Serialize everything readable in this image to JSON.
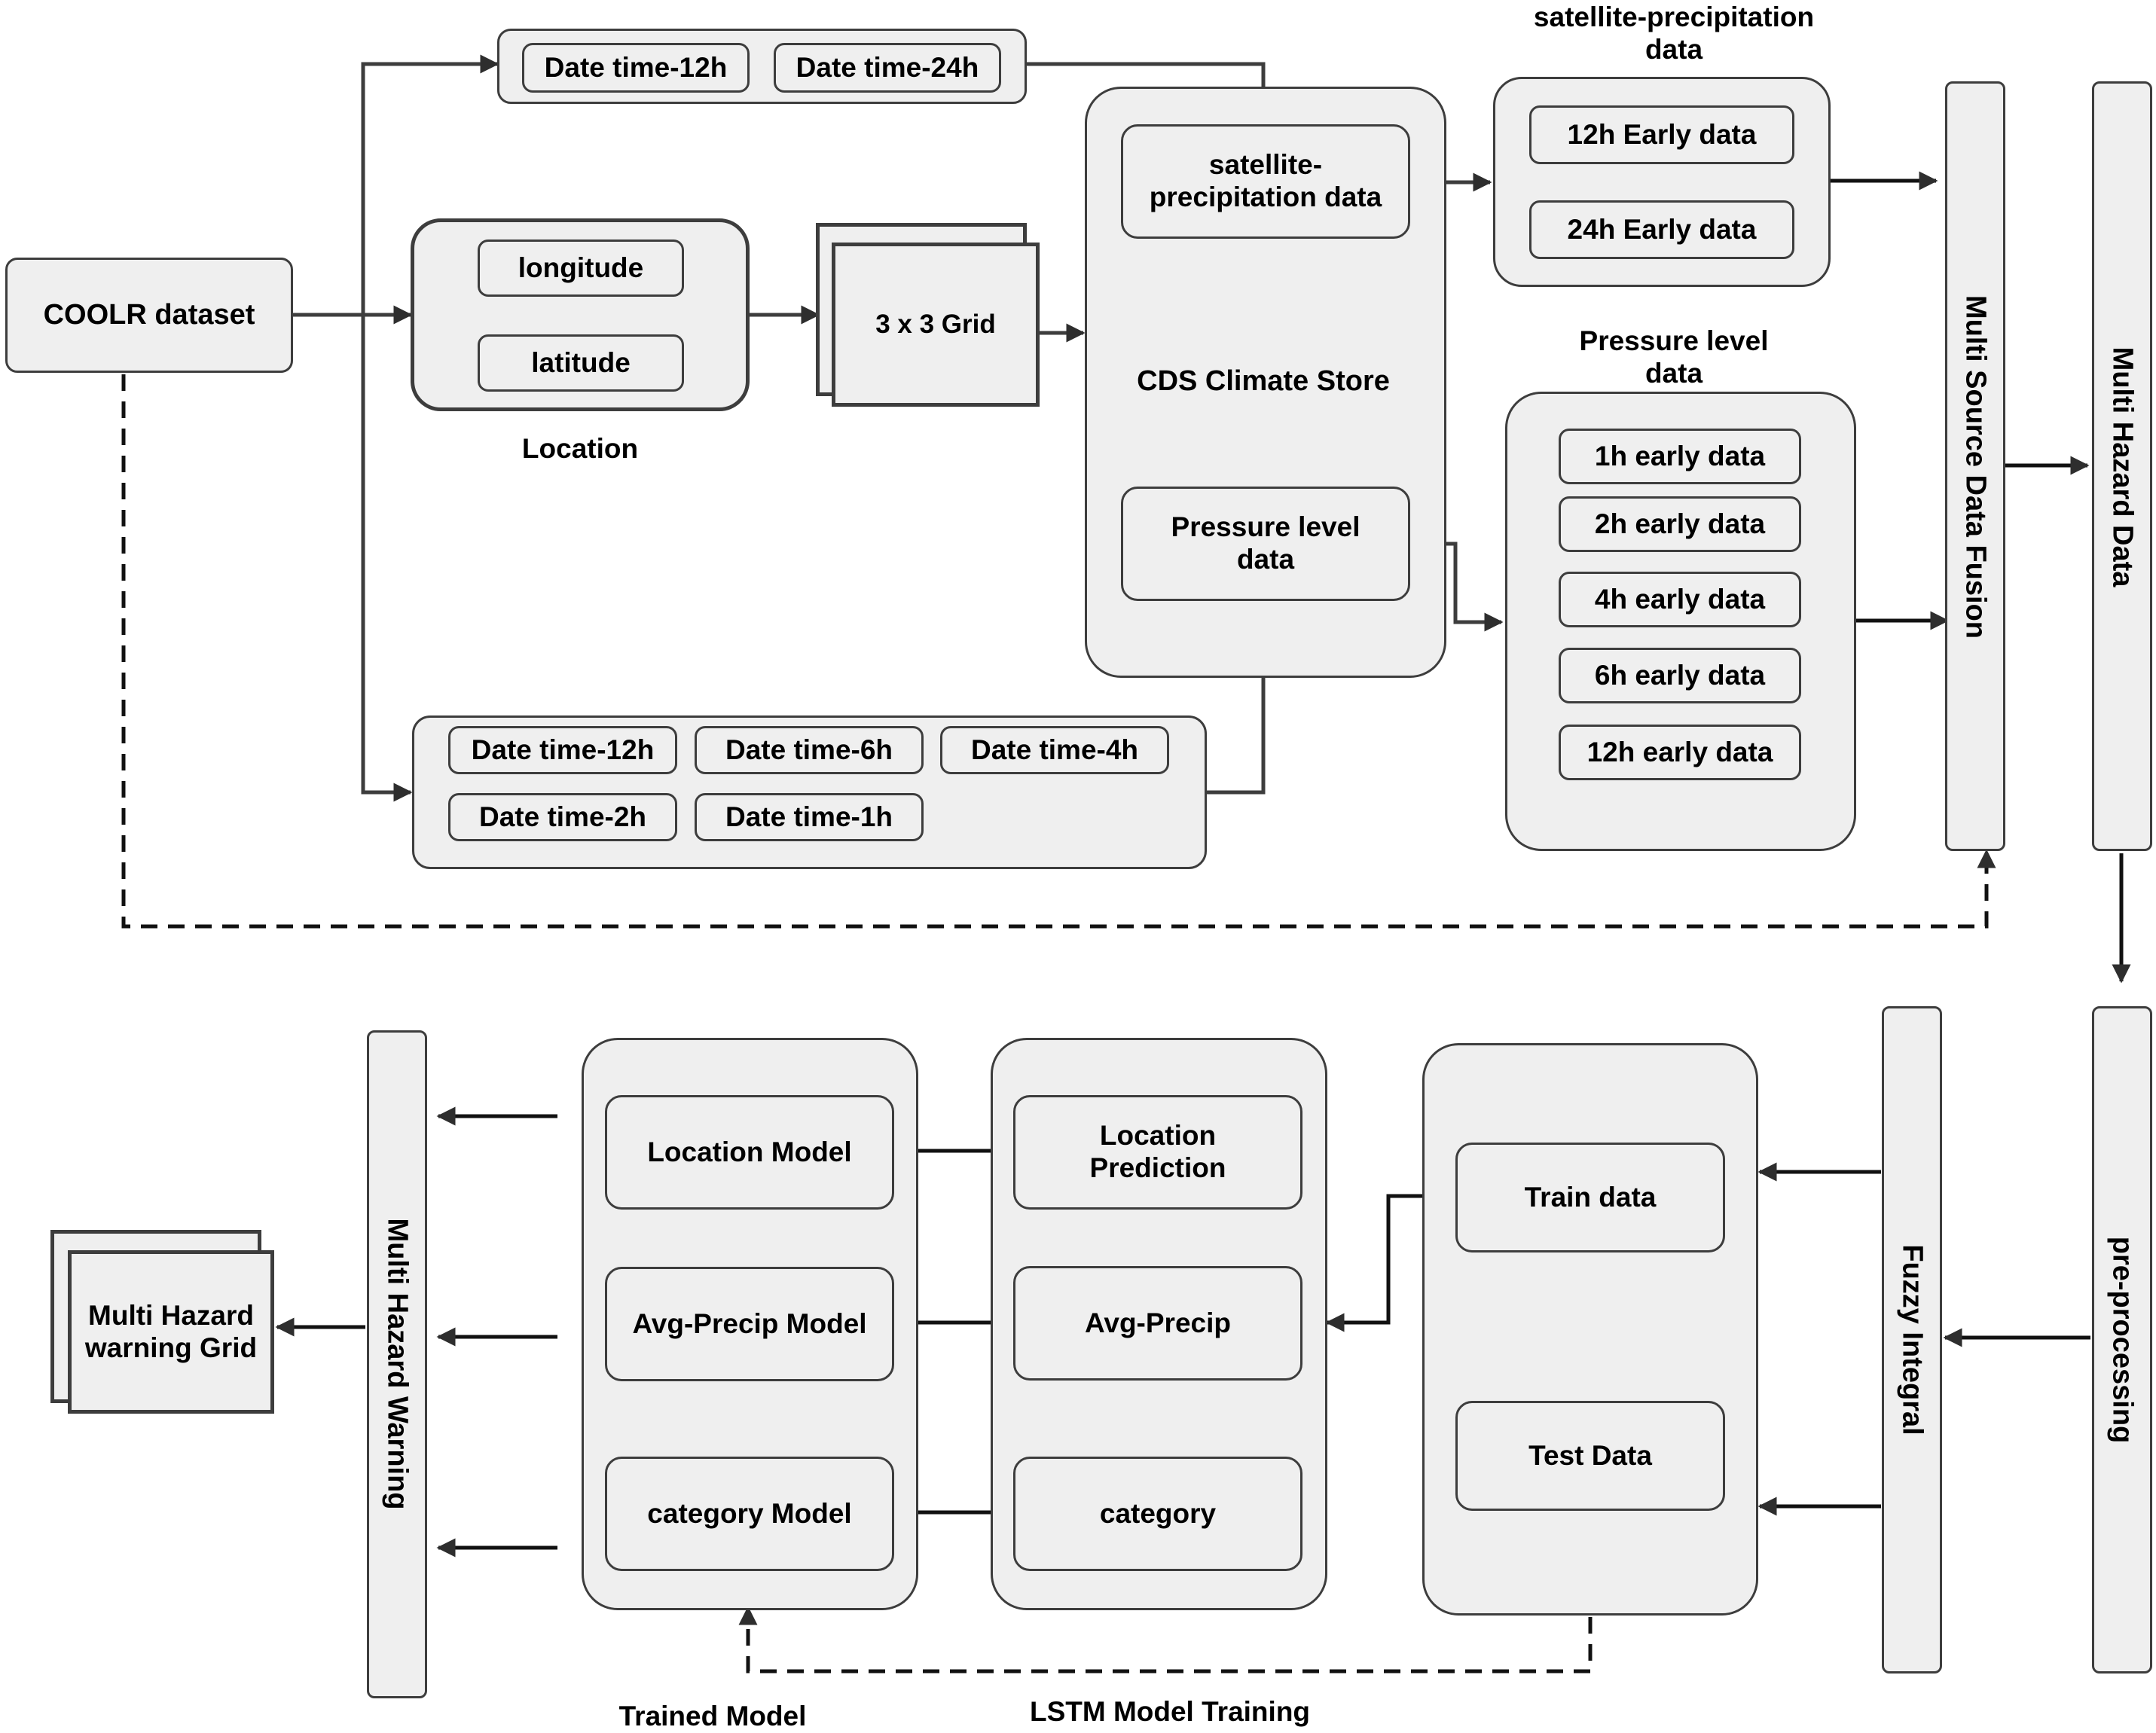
{
  "source": {
    "label": "COOLR dataset"
  },
  "date_top": {
    "items": [
      "Date time-12h",
      "Date time-24h"
    ]
  },
  "location": {
    "items": [
      "longitude",
      "latitude"
    ],
    "caption": "Location"
  },
  "grid": {
    "label": "3 x 3 Grid"
  },
  "date_bottom": {
    "row1": [
      "Date time-12h",
      "Date time-6h",
      "Date time-4h"
    ],
    "row2": [
      "Date time-2h",
      "Date time-1h"
    ]
  },
  "cds": {
    "title": "CDS Climate Store",
    "satellite": "satellite-\nprecipitation data",
    "pressure": "Pressure level\ndata"
  },
  "satellite_group": {
    "caption": "satellite-precipitation\ndata",
    "items": [
      "12h Early data",
      "24h Early data"
    ]
  },
  "pressure_group": {
    "caption": "Pressure level\ndata",
    "items": [
      "1h early data",
      "2h early data",
      "4h early data",
      "6h early data",
      "12h early data"
    ]
  },
  "bars": {
    "fusion": "Multi Source Data Fusion",
    "hazard_data": "Multi Hazard Data",
    "preprocessing": "pre-processing",
    "fuzzy": "Fuzzy Integral",
    "warning": "Multi Hazard Warning"
  },
  "split": {
    "train": "Train data",
    "test": "Test Data"
  },
  "lstm": {
    "items": [
      "Location\nPrediction",
      "Avg-Precip",
      "category"
    ],
    "caption": "LSTM Model Training"
  },
  "models": {
    "items": [
      "Location Model",
      "Avg-Precip Model",
      "category Model"
    ],
    "caption": "Trained Model"
  },
  "output": {
    "label": "Multi Hazard\nwarning Grid"
  }
}
